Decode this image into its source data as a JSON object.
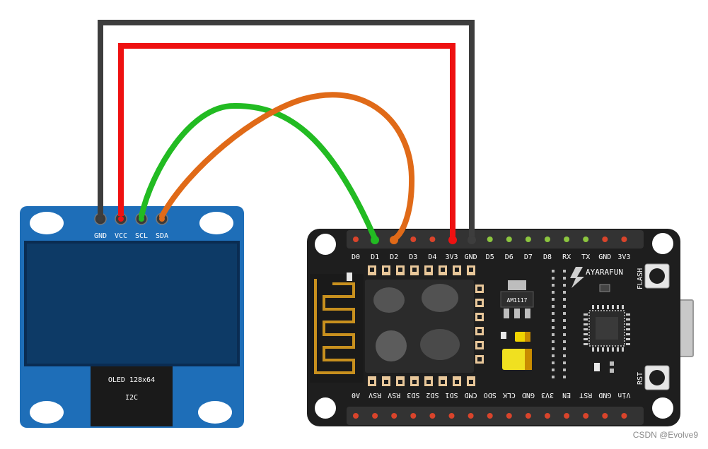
{
  "oled": {
    "pins": [
      "GND",
      "VCC",
      "SCL",
      "SDA"
    ],
    "label_line1": "OLED 128x64",
    "label_line2": "I2C"
  },
  "nodemcu": {
    "top_pins": [
      "D0",
      "D1",
      "D2",
      "D3",
      "D4",
      "3V3",
      "GND",
      "D5",
      "D6",
      "D7",
      "D8",
      "RX",
      "TX",
      "GND",
      "3V3"
    ],
    "bottom_pins": [
      "A0",
      "RSV",
      "RSV",
      "SD3",
      "SD2",
      "SD1",
      "CMD",
      "SDO",
      "CLK",
      "GND",
      "3V3",
      "EN",
      "RST",
      "GND",
      "Vin"
    ],
    "brand": "AYARAFUN",
    "regulator": "AM1117",
    "flash_label": "FLASH",
    "rst_label": "RST"
  },
  "wires": [
    {
      "from": "GND",
      "to": "GND",
      "color": "#3d3d3d"
    },
    {
      "from": "VCC",
      "to": "3V3",
      "color": "#ee1111"
    },
    {
      "from": "SCL",
      "to": "D1",
      "color": "#22bb22"
    },
    {
      "from": "SDA",
      "to": "D2",
      "color": "#e06a18"
    }
  ],
  "colors": {
    "oled_board": "#1e6eb8",
    "oled_screen": "#0d3a66",
    "mcu_board": "#1e1e1e",
    "wire_gnd": "#3d3d3d",
    "wire_vcc": "#ee1111",
    "wire_scl": "#22bb22",
    "wire_sda": "#e06a18"
  },
  "watermark": "CSDN @Evolve9"
}
